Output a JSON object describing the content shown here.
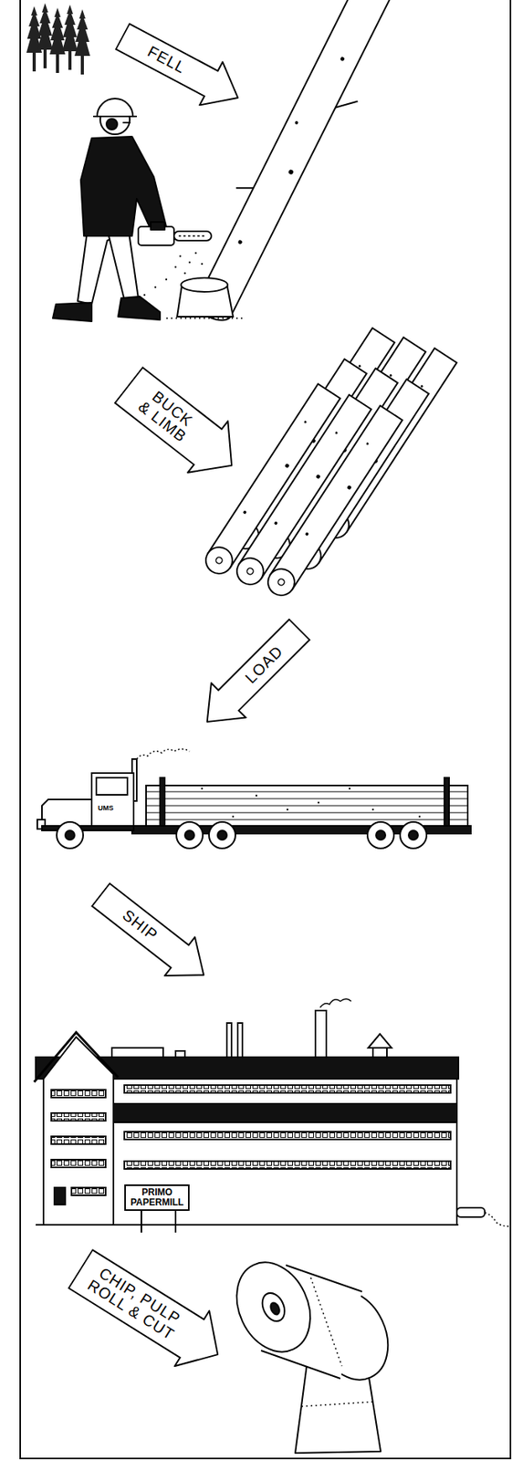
{
  "diagram": {
    "nodes": [
      {
        "text": [
          "FELL"
        ]
      },
      {
        "text": [
          "BUCK & LIMB"
        ]
      },
      {
        "text": [
          "LOAD"
        ]
      },
      {
        "text": [
          "SHIP"
        ]
      },
      {
        "text": [
          "PRIMO PAPERMILL"
        ]
      },
      {
        "text": [
          "CHIP, PULP ROLL & CUT"
        ]
      }
    ],
    "labels": [
      "UMS"
    ]
  }
}
